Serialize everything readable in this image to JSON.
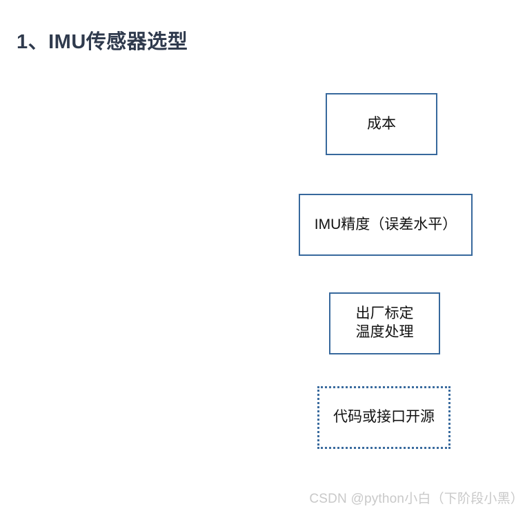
{
  "slide": {
    "title": "1、IMU传感器选型",
    "background_color": "#ffffff",
    "title_color": "#2f3a4d"
  },
  "diagram": {
    "accent_color": "#37689c",
    "text_color": "#111111",
    "boxes": [
      {
        "id": "cost",
        "label": "成本",
        "border_style": "solid",
        "border_color": "#37689c"
      },
      {
        "id": "imu-accuracy",
        "label": "IMU精度（误差水平）",
        "border_style": "solid",
        "border_color": "#37689c"
      },
      {
        "id": "factory-calibration",
        "label": "出厂标定\n温度处理",
        "border_style": "solid",
        "border_color": "#37689c"
      },
      {
        "id": "open-source",
        "label": "代码或接口开源",
        "border_style": "dotted",
        "border_color": "#3a6b9e"
      }
    ]
  },
  "watermark": {
    "text": "CSDN @python小白（下阶段小黑）",
    "color": "#c9c9c9"
  }
}
